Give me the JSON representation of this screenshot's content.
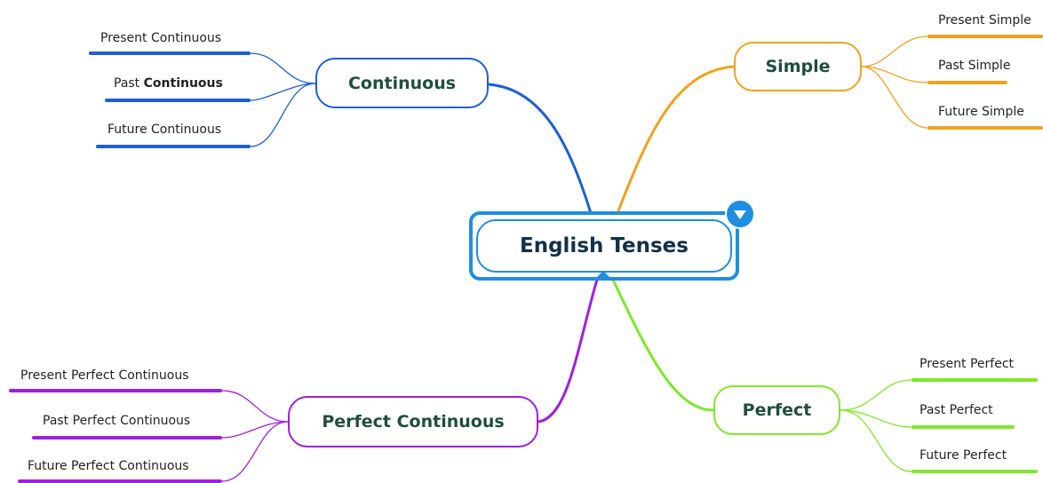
{
  "central": {
    "label": "English Tenses"
  },
  "branches": {
    "continuous": {
      "label": "Continuous",
      "color": "#1c5fd6",
      "leaves": [
        {
          "text": "Present Continuous"
        },
        {
          "prefix": "Past ",
          "bold": "Continuous"
        },
        {
          "text": "Future Continuous"
        }
      ]
    },
    "simple": {
      "label": "Simple",
      "color": "#f0a21e",
      "leaves": [
        {
          "text": "Present Simple"
        },
        {
          "text": "Past Simple"
        },
        {
          "text": "Future Simple"
        }
      ]
    },
    "perfect_continuous": {
      "label": "Perfect Continuous",
      "color": "#a01ee0",
      "leaves": [
        {
          "text": "Present Perfect Continuous"
        },
        {
          "text": "Past Perfect Continuous"
        },
        {
          "text": "Future Perfect Continuous"
        }
      ]
    },
    "perfect": {
      "label": "Perfect",
      "color": "#7ee82a",
      "leaves": [
        {
          "text": "Present Perfect"
        },
        {
          "text": "Past Perfect"
        },
        {
          "text": "Future Perfect"
        }
      ]
    }
  },
  "icons": {
    "collapse_toggle": "chevron-down-icon"
  }
}
